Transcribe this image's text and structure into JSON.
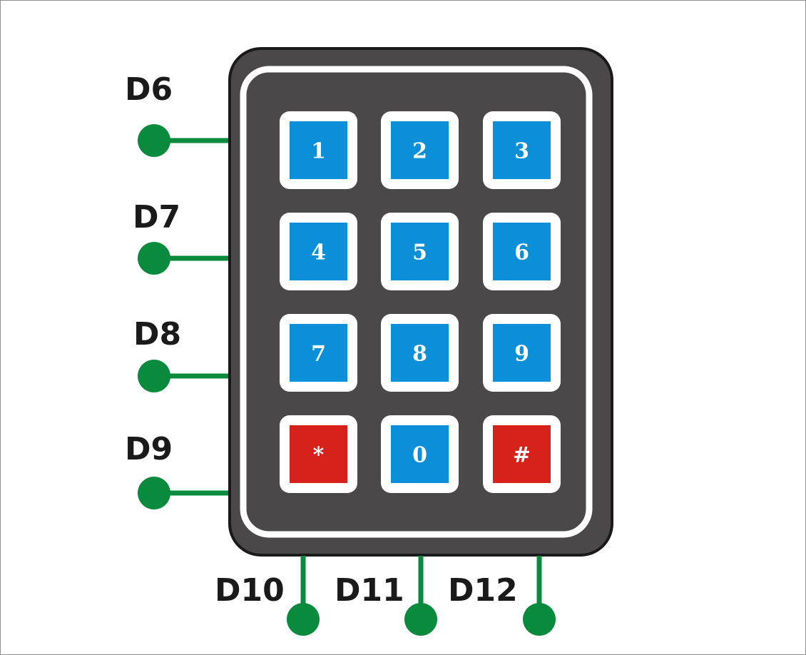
{
  "colors": {
    "keypad_body": "#4b4849",
    "keypad_outline": "#1a1a1a",
    "inner_border": "#ffffff",
    "key_blue": "#0a8fd8",
    "key_red": "#d7221c",
    "key_frame": "#ffffff",
    "wire_green": "#0a8a3c",
    "label_text": "#1a1a1a"
  },
  "row_pins": [
    {
      "label": "D6"
    },
    {
      "label": "D7"
    },
    {
      "label": "D8"
    },
    {
      "label": "D9"
    }
  ],
  "column_pins": [
    {
      "label": "D10"
    },
    {
      "label": "D11"
    },
    {
      "label": "D12"
    }
  ],
  "keys": [
    {
      "label": "1",
      "color": "blue"
    },
    {
      "label": "2",
      "color": "blue"
    },
    {
      "label": "3",
      "color": "blue"
    },
    {
      "label": "4",
      "color": "blue"
    },
    {
      "label": "5",
      "color": "blue"
    },
    {
      "label": "6",
      "color": "blue"
    },
    {
      "label": "7",
      "color": "blue"
    },
    {
      "label": "8",
      "color": "blue"
    },
    {
      "label": "9",
      "color": "blue"
    },
    {
      "label": "*",
      "color": "red"
    },
    {
      "label": "0",
      "color": "blue"
    },
    {
      "label": "#",
      "color": "red"
    }
  ]
}
